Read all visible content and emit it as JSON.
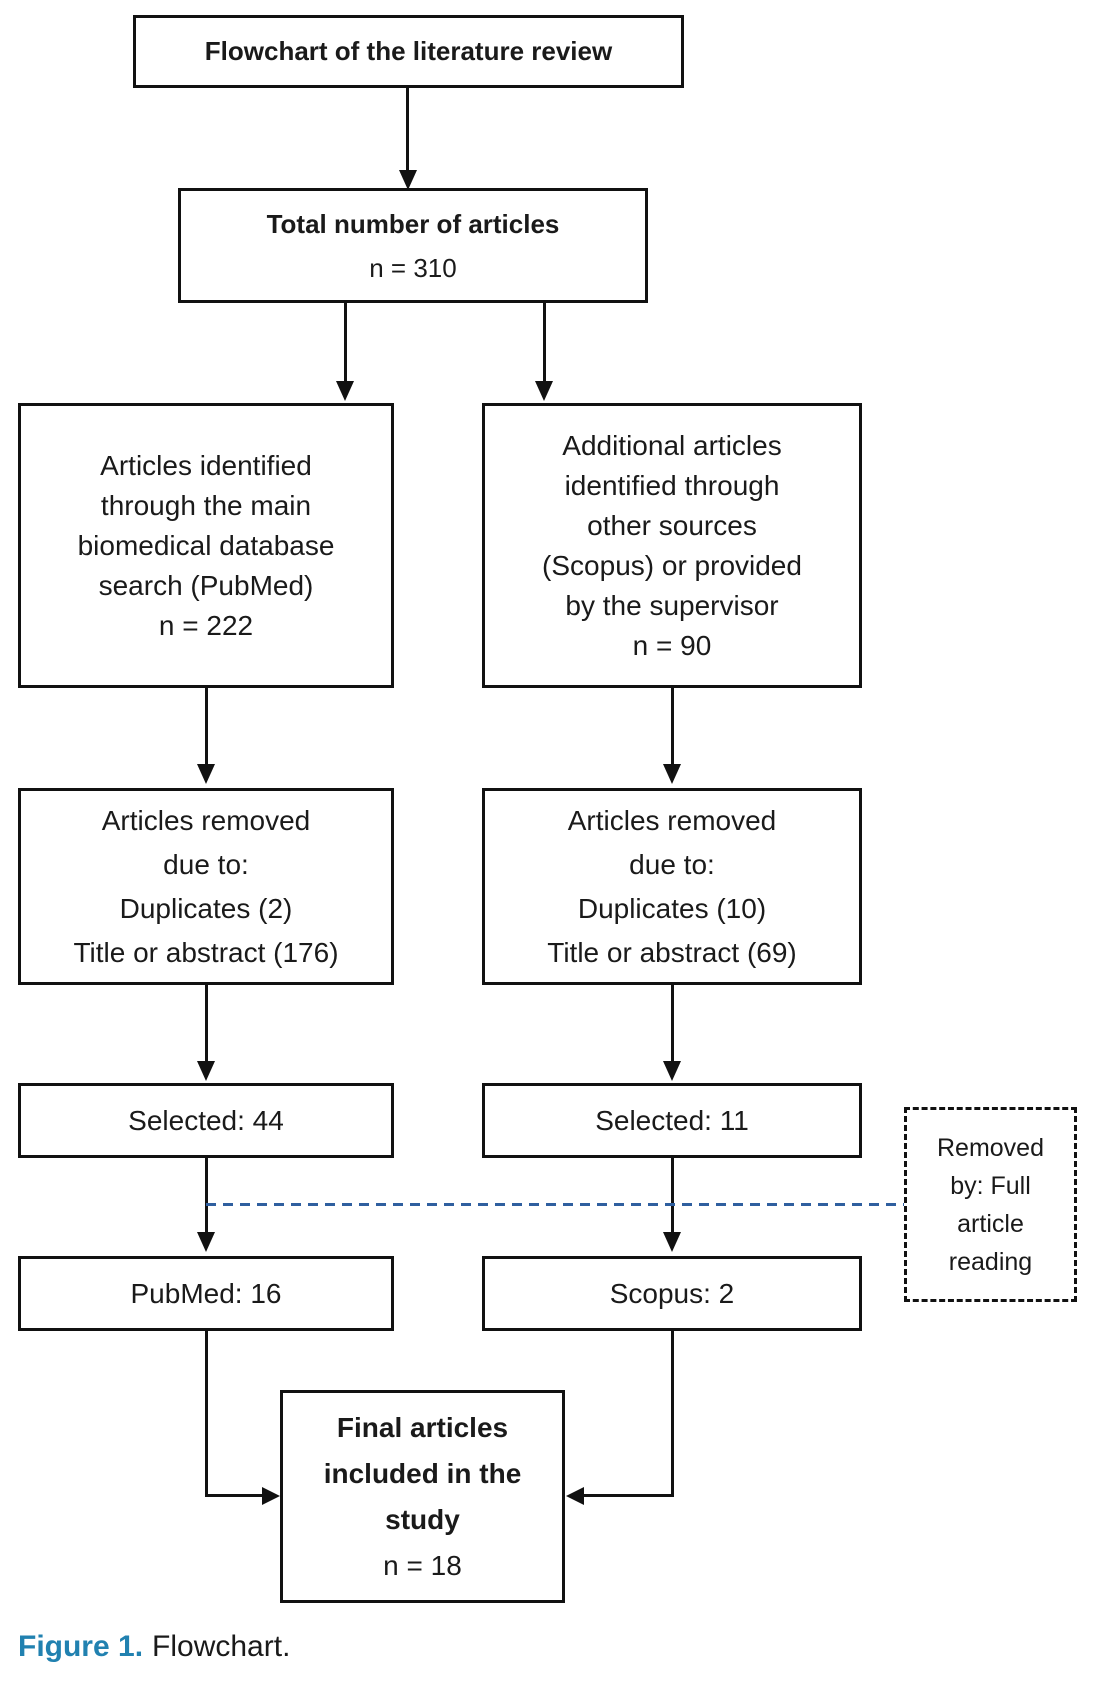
{
  "figure": {
    "caption_label": "Figure 1.",
    "caption_text": "Flowchart."
  },
  "flow": {
    "title": "Flowchart of the literature review",
    "total": {
      "heading": "Total number of articles",
      "count": "n = 310"
    },
    "pubmed_source": {
      "lines": [
        "Articles identified",
        "through the main",
        "biomedical database",
        "search (PubMed)",
        "n = 222"
      ]
    },
    "other_source": {
      "lines": [
        "Additional articles",
        "identified through",
        "other sources",
        "(Scopus) or provided",
        "by the supervisor",
        "n = 90"
      ]
    },
    "pubmed_removed": {
      "lines": [
        "Articles removed",
        "due to:",
        "Duplicates (2)",
        "Title or abstract (176)"
      ]
    },
    "other_removed": {
      "lines": [
        "Articles removed",
        "due to:",
        "Duplicates (10)",
        "Title or abstract (69)"
      ]
    },
    "pubmed_selected": "Selected: 44",
    "other_selected": "Selected: 11",
    "full_read_removed": {
      "lines": [
        "Removed",
        "by: Full",
        "article",
        "reading"
      ]
    },
    "pubmed_final": "PubMed: 16",
    "scopus_final": "Scopus: 2",
    "final_box": {
      "bold_lines": [
        "Final articles",
        "included in the",
        "study"
      ],
      "count": "n = 18"
    }
  },
  "colors": {
    "connector_dashed_blue": "#2f5f9f",
    "caption_blue": "#2181b0",
    "line_black": "#111111",
    "background": "#ffffff"
  }
}
